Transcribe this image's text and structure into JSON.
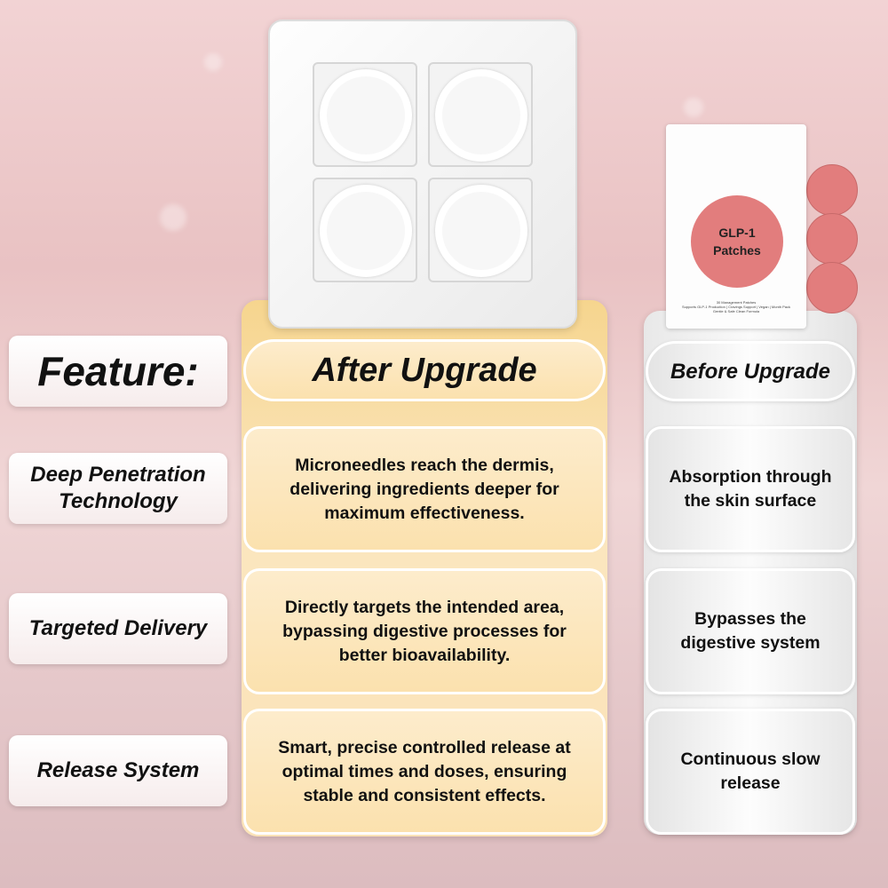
{
  "product_tray": {
    "icon": "microneedle-patch-tray"
  },
  "package": {
    "title_line1": "GLP-1",
    "title_line2": "Patches",
    "sub1": "30 Management Patches",
    "sub2": "Supports GLP-1 Production | Cravings Support | Vegan | Month Pack",
    "sub3": "Gentle & Safe Clean Formula",
    "brand_color": "#e27d7d"
  },
  "headers": {
    "feature": "Feature:",
    "after": "After Upgrade",
    "before": "Before Upgrade"
  },
  "rows": [
    {
      "feature": "Deep Penetration Technology",
      "after": "Microneedles reach the dermis, delivering ingredients deeper for maximum effectiveness.",
      "before": "Absorption through the skin surface"
    },
    {
      "feature": "Targeted Delivery",
      "after": "Directly targets the intended area, bypassing digestive processes for better bioavailability.",
      "before": "Bypasses the digestive system"
    },
    {
      "feature": "Release System",
      "after": "Smart, precise controlled release at optimal times and doses, ensuring stable and consistent effects.",
      "before": "Continuous slow release"
    }
  ]
}
